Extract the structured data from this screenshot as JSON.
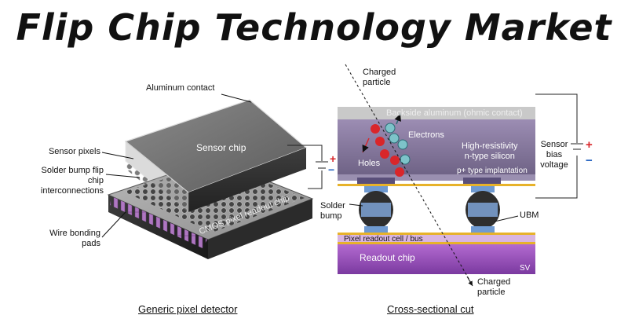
{
  "title": "Flip Chip Technology Market",
  "left_diagram": {
    "caption": "Generic pixel detector",
    "labels": {
      "aluminum_contact": "Aluminum contact",
      "sensor_chip": "Sensor chip",
      "sensor_pixels": "Sensor pixels",
      "solder_bump_line1": "Solder bump flip",
      "solder_bump_line2": "chip",
      "solder_bump_line3": "interconnections",
      "wire_bonding_line1": "Wire bonding",
      "wire_bonding_line2": "pads",
      "cmos_readout": "CMOS pixel readout chip"
    }
  },
  "right_diagram": {
    "caption": "Cross-sectional cut",
    "labels": {
      "charged_particle_top_1": "Charged",
      "charged_particle_top_2": "particle",
      "backside_aluminum": "Backside aluminum (ohmic contact)",
      "electrons": "Electrons",
      "holes": "Holes",
      "high_res_1": "High-resistivity",
      "high_res_2": "n-type silicon",
      "p_implant": "p+ type implantation",
      "sensor_bias_1": "Sensor",
      "sensor_bias_2": "bias",
      "sensor_bias_3": "voltage",
      "solder_1": "Solder",
      "solder_2": "bump",
      "ubm": "UBM",
      "pixel_readout": "Pixel readout cell / bus",
      "readout_chip": "Readout chip",
      "sv": "SV",
      "charged_particle_bottom_1": "Charged",
      "charged_particle_bottom_2": "particle"
    },
    "symbols": {
      "plus": "+",
      "minus": "−",
      "hole": "+",
      "electron": "−"
    }
  },
  "colors": {
    "sensor_dark": "#6b6b6b",
    "silicon_purple": "#8e7aa6",
    "readout_purple": "#9a59b5",
    "gold": "#e7b22a",
    "bump_blue": "#6f9ad1",
    "hole_red": "#d9262a",
    "electron_teal": "#4c9aa8"
  }
}
